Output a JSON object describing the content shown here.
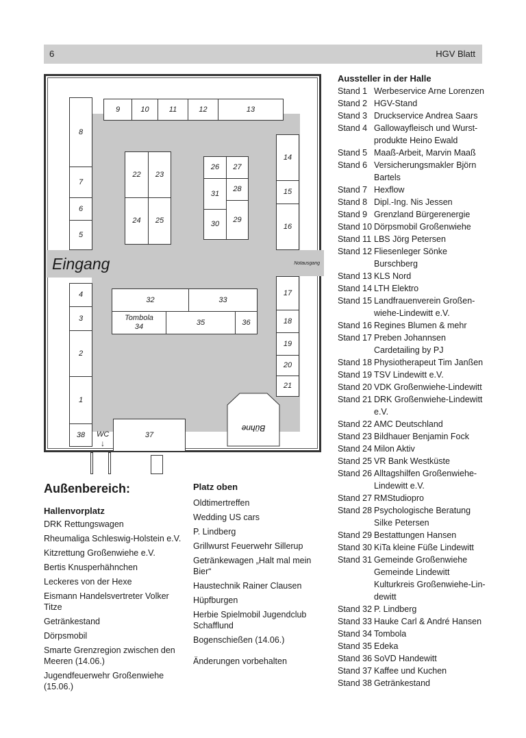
{
  "header": {
    "page_number": "6",
    "title": "HGV Blatt"
  },
  "plan": {
    "entrance_label": "Eingang",
    "emergency_exit_label": "Notausgang",
    "wc_label": "WC",
    "wc_arrow": "↓",
    "stage_label": "Bühne",
    "booths": {
      "b1": "1",
      "b2": "2",
      "b3": "3",
      "b4": "4",
      "b5": "5",
      "b6": "6",
      "b7": "7",
      "b8": "8",
      "b9": "9",
      "b10": "10",
      "b11": "11",
      "b12": "12",
      "b13": "13",
      "b14": "14",
      "b15": "15",
      "b16": "16",
      "b17": "17",
      "b18": "18",
      "b19": "19",
      "b20": "20",
      "b21": "21",
      "b22": "22",
      "b23": "23",
      "b24": "24",
      "b25": "25",
      "b26": "26",
      "b27": "27",
      "b28": "28",
      "b29": "29",
      "b30": "30",
      "b31": "31",
      "b32": "32",
      "b33": "33",
      "b34_name": "Tombola",
      "b34": "34",
      "b35": "35",
      "b36": "36",
      "b37": "37",
      "b38": "38"
    }
  },
  "exhibitors": {
    "heading": "Aussteller in der Halle",
    "rows": [
      {
        "label": "Stand 1",
        "text": "Werbeservice Arne Lorenzen"
      },
      {
        "label": "Stand 2",
        "text": "HGV-Stand"
      },
      {
        "label": "Stand 3",
        "text": "Druckservice Andrea Saars"
      },
      {
        "label": "Stand 4",
        "text": "Gallowayfleisch und Wurst-produkte Heino Ewald"
      },
      {
        "label": "Stand 5",
        "text": "Maaß-Arbeit, Marvin Maaß"
      },
      {
        "label": "Stand 6",
        "text": "Versicherungsmakler Björn Bartels"
      },
      {
        "label": "Stand 7",
        "text": "Hexflow"
      },
      {
        "label": "Stand 8",
        "text": "Dipl.-Ing. Nis Jessen"
      },
      {
        "label": "Stand 9",
        "text": "Grenzland Bürgerenergie"
      },
      {
        "label": "Stand 10",
        "text": "Dörpsmobil Großenwiehe"
      },
      {
        "label": "Stand 11",
        "text": "LBS Jörg Petersen"
      },
      {
        "label": "Stand 12",
        "text": "Fliesenleger Sönke Burschberg"
      },
      {
        "label": "Stand 13",
        "text": "KLS Nord"
      },
      {
        "label": "Stand 14",
        "text": "LTH Elektro"
      },
      {
        "label": "Stand 15",
        "text": "Landfrauenverein Großen-wiehe-Lindewitt e.V."
      },
      {
        "label": "Stand 16",
        "text": "Regines Blumen & mehr"
      },
      {
        "label": "Stand 17",
        "text": "Preben Johannsen Cardetailing by PJ"
      },
      {
        "label": "Stand 18",
        "text": "Physiotherapeut Tim Janßen"
      },
      {
        "label": "Stand 19",
        "text": "TSV Lindewitt e.V."
      },
      {
        "label": "Stand 20",
        "text": "VDK Großenwiehe-Lindewitt"
      },
      {
        "label": "Stand 21",
        "text": "DRK Großenwiehe-Lindewitt e.V."
      },
      {
        "label": "Stand 22",
        "text": "AMC Deutschland"
      },
      {
        "label": "Stand 23",
        "text": "Bildhauer Benjamin Fock"
      },
      {
        "label": "Stand 24",
        "text": "Milon Aktiv"
      },
      {
        "label": "Stand 25",
        "text": "VR Bank Westküste"
      },
      {
        "label": "Stand 26",
        "text": "Alltagshilfen Großenwiehe-Lindewitt e.V."
      },
      {
        "label": "Stand 27",
        "text": "RMStudiopro"
      },
      {
        "label": "Stand 28",
        "text": "Psychologische Beratung Silke Petersen"
      },
      {
        "label": "Stand 29",
        "text": "Bestattungen Hansen"
      },
      {
        "label": "Stand 30",
        "text": "KiTa kleine Füße Lindewitt"
      },
      {
        "label": "Stand 31",
        "text": "Gemeinde Großenwiehe Gemeinde Lindewitt Kulturkreis Großenwiehe-Lin-dewitt"
      },
      {
        "label": "Stand 32",
        "text": "P. Lindberg"
      },
      {
        "label": "Stand 33",
        "text": "Hauke Carl & André Hansen"
      },
      {
        "label": "Stand 34",
        "text": "Tombola"
      },
      {
        "label": "Stand 35",
        "text": "Edeka"
      },
      {
        "label": "Stand 36",
        "text": "SoVD Handewitt"
      },
      {
        "label": "Stand 37",
        "text": "Kaffee und Kuchen"
      },
      {
        "label": "Stand 38",
        "text": "Getränkestand"
      }
    ]
  },
  "outdoor": {
    "heading": "Außenbereich:",
    "subheading": "Hallenvorplatz",
    "items": [
      "DRK Rettungswagen",
      "Rheumaliga Schleswig-Holstein e.V.",
      "Kitzrettung Großenwiehe e.V.",
      "Bertis Knusperhähnchen",
      "Leckeres von der Hexe",
      "Eismann Handelsvertreter Volker Titze",
      "Getränkestand",
      "Dörpsmobil",
      "Smarte Grenzregion zwischen den Meeren (14.06.)",
      "Jugendfeuerwehr Großenwiehe (15.06.)"
    ]
  },
  "upper": {
    "heading": "Platz oben",
    "items": [
      "Oldtimertreffen",
      "Wedding US cars",
      "P. Lindberg",
      "Grillwurst Feuerwehr Sillerup",
      "Getränkewagen „Halt mal mein Bier“",
      "Haustechnik Rainer Clausen",
      "Hüpfburgen",
      "Herbie Spielmobil Jugendclub Schafflund",
      "Bogenschießen (14.06.)"
    ],
    "note": "Änderungen vorbehalten"
  }
}
